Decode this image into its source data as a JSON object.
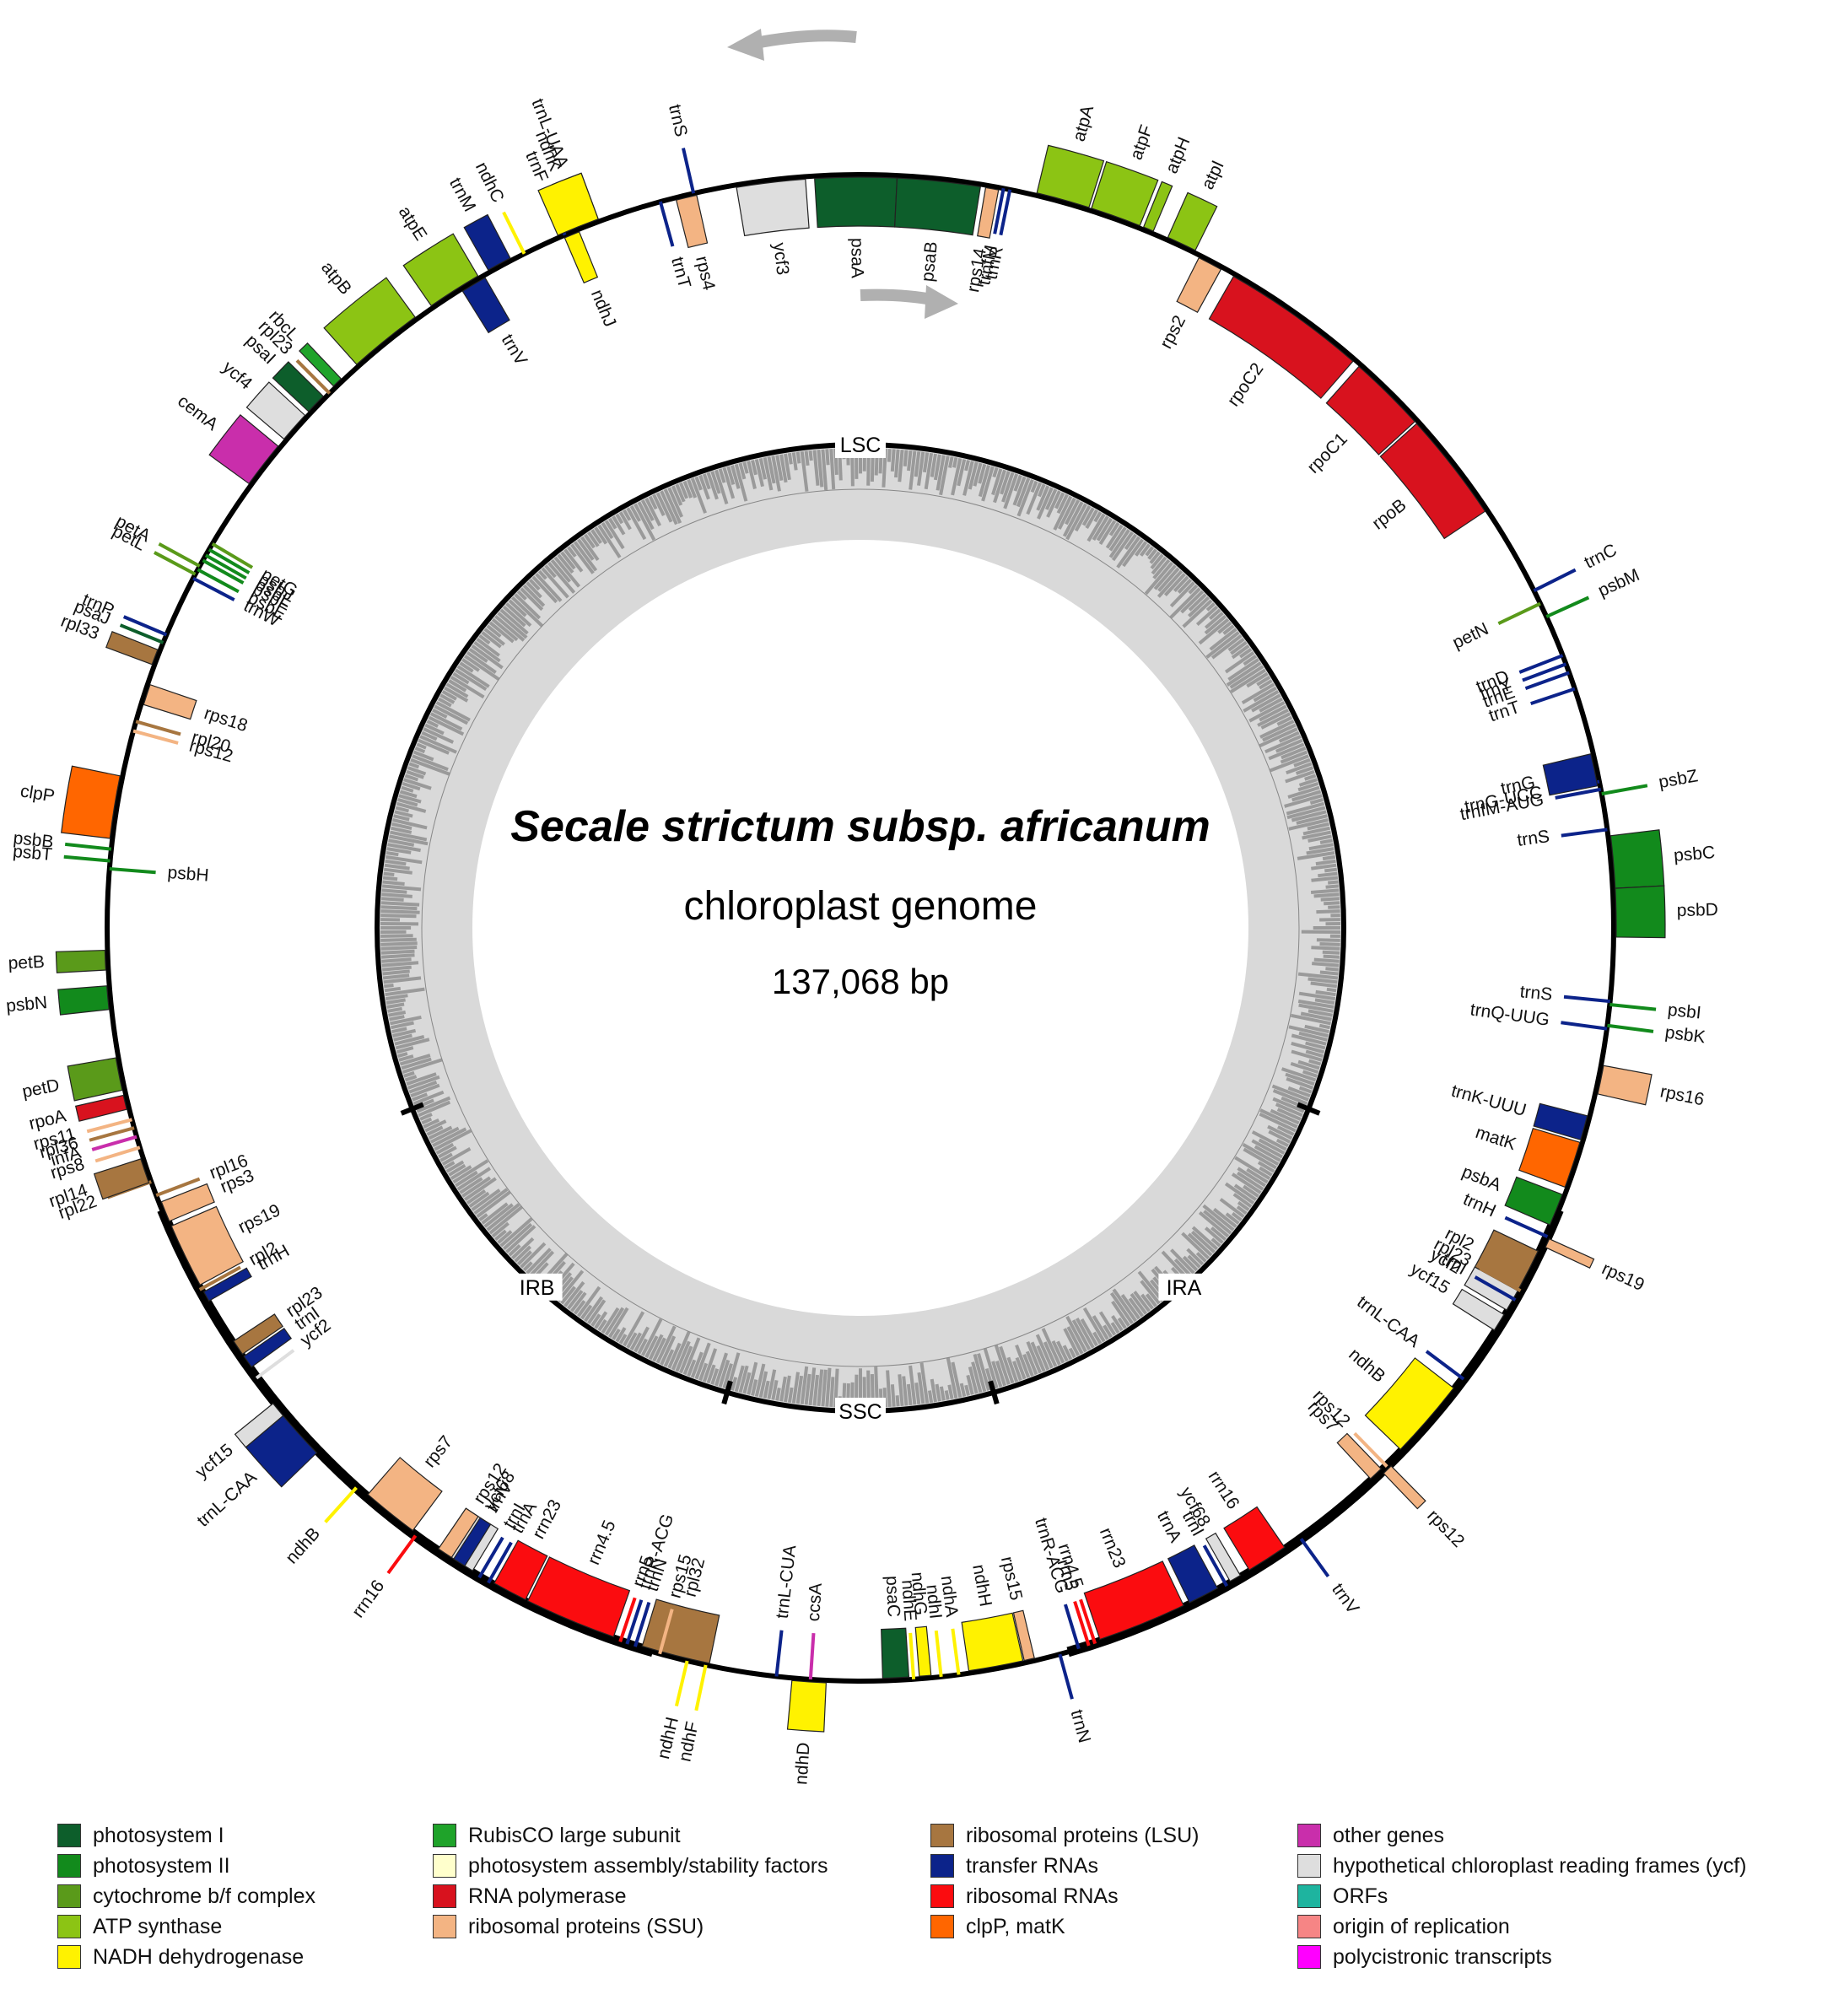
{
  "title": {
    "organism": "Secale strictum subsp. africanum",
    "subtitle": "chloroplast genome",
    "size": "137,068 bp"
  },
  "regions": [
    "LSC",
    "IRB",
    "SSC",
    "IRA"
  ],
  "colors": {
    "photosystem_I": "#0d5e2b",
    "photosystem_II": "#128a1c",
    "cytochrome": "#5a9a1a",
    "atp_synthase": "#8cc414",
    "ndh": "#fff200",
    "rubisco": "#1fa32a",
    "assembly": "#ffffcc",
    "rna_polymerase": "#d8121e",
    "ssu": "#f3b483",
    "lsu": "#a77640",
    "trna": "#0c238a",
    "rrna": "#fb0c0f",
    "clpp_matk": "#ff6600",
    "other": "#c92eab",
    "ycf": "#dedede",
    "orfs": "#1eb49f",
    "ori": "#f68585",
    "poly": "#ff00ff",
    "gc_dark": "#9a9a9a",
    "gc_light": "#d9d9d9",
    "arrow": "#b0b0b0"
  },
  "genes": [
    {
      "name": "trnL-UAA",
      "type": "trna"
    },
    {
      "name": "trnF",
      "type": "trna"
    },
    {
      "name": "trnS",
      "type": "trna"
    },
    {
      "name": "trnT",
      "type": "trna"
    },
    {
      "name": "rps4",
      "type": "ssu"
    },
    {
      "name": "ycf3",
      "type": "ycf"
    },
    {
      "name": "psaA",
      "type": "photosystem_I"
    },
    {
      "name": "psaB",
      "type": "photosystem_I"
    },
    {
      "name": "rps14",
      "type": "ssu"
    },
    {
      "name": "trnfM",
      "type": "trna"
    },
    {
      "name": "trnR",
      "type": "trna"
    },
    {
      "name": "atpA",
      "type": "atp_synthase"
    },
    {
      "name": "atpF",
      "type": "atp_synthase"
    },
    {
      "name": "atpH",
      "type": "atp_synthase"
    },
    {
      "name": "atpI",
      "type": "atp_synthase"
    },
    {
      "name": "rps2",
      "type": "ssu"
    },
    {
      "name": "rpoC2",
      "type": "rna_polymerase"
    },
    {
      "name": "rpoC1",
      "type": "rna_polymerase"
    },
    {
      "name": "rpoB",
      "type": "rna_polymerase"
    },
    {
      "name": "trnC",
      "type": "trna"
    },
    {
      "name": "petN",
      "type": "cytochrome"
    },
    {
      "name": "psbM",
      "type": "photosystem_II"
    },
    {
      "name": "trnD",
      "type": "trna"
    },
    {
      "name": "trnY",
      "type": "trna"
    },
    {
      "name": "trnE",
      "type": "trna"
    },
    {
      "name": "trnT",
      "type": "trna"
    },
    {
      "name": "trnG-UCC",
      "type": "trna"
    },
    {
      "name": "psbZ",
      "type": "photosystem_II"
    },
    {
      "name": "trnG",
      "type": "trna"
    },
    {
      "name": "trnfM-AUG",
      "type": "trna"
    },
    {
      "name": "trnS",
      "type": "trna"
    },
    {
      "name": "psbC",
      "type": "photosystem_II"
    },
    {
      "name": "psbD",
      "type": "photosystem_II"
    },
    {
      "name": "trnS",
      "type": "trna"
    },
    {
      "name": "psbI",
      "type": "photosystem_II"
    },
    {
      "name": "trnQ-UUG",
      "type": "trna"
    },
    {
      "name": "psbK",
      "type": "photosystem_II"
    },
    {
      "name": "rps16",
      "type": "ssu"
    },
    {
      "name": "trnK-UUU",
      "type": "trna"
    },
    {
      "name": "matK",
      "type": "clpp_matk"
    },
    {
      "name": "psbA",
      "type": "photosystem_II"
    },
    {
      "name": "trnH",
      "type": "trna"
    },
    {
      "name": "rps19",
      "type": "ssu"
    },
    {
      "name": "rpl2",
      "type": "lsu"
    },
    {
      "name": "ycf2",
      "type": "ycf"
    },
    {
      "name": "ycf15",
      "type": "ycf"
    },
    {
      "name": "rpl23",
      "type": "lsu"
    },
    {
      "name": "trnI",
      "type": "trna"
    },
    {
      "name": "trnL-CAA",
      "type": "trna"
    },
    {
      "name": "ndhB",
      "type": "ndh"
    },
    {
      "name": "rps12",
      "type": "ssu"
    },
    {
      "name": "rps7",
      "type": "ssu"
    },
    {
      "name": "rps12",
      "type": "ssu"
    },
    {
      "name": "trnV",
      "type": "trna"
    },
    {
      "name": "rrn16",
      "type": "rrna"
    },
    {
      "name": "ycf68",
      "type": "ycf"
    },
    {
      "name": "trnI",
      "type": "trna"
    },
    {
      "name": "trnA",
      "type": "trna"
    },
    {
      "name": "rrn23",
      "type": "rrna"
    },
    {
      "name": "rrn4.5",
      "type": "rrna"
    },
    {
      "name": "rrn5",
      "type": "rrna"
    },
    {
      "name": "trnR-ACG",
      "type": "trna"
    },
    {
      "name": "trnN",
      "type": "trna"
    },
    {
      "name": "rps15",
      "type": "ssu"
    },
    {
      "name": "ndhH",
      "type": "ndh"
    },
    {
      "name": "ndhA",
      "type": "ndh"
    },
    {
      "name": "ndhI",
      "type": "ndh"
    },
    {
      "name": "ndhG",
      "type": "ndh"
    },
    {
      "name": "ndhE",
      "type": "ndh"
    },
    {
      "name": "psaC",
      "type": "photosystem_I"
    },
    {
      "name": "ndhD",
      "type": "ndh"
    },
    {
      "name": "ccsA",
      "type": "other"
    },
    {
      "name": "trnL-CUA",
      "type": "trna"
    },
    {
      "name": "rpl32",
      "type": "lsu"
    },
    {
      "name": "ndhF",
      "type": "ndh"
    },
    {
      "name": "ndhH",
      "type": "ndh"
    },
    {
      "name": "rps15",
      "type": "ssu"
    },
    {
      "name": "trnN",
      "type": "trna"
    },
    {
      "name": "trnR-ACG",
      "type": "trna"
    },
    {
      "name": "rrn5",
      "type": "rrna"
    },
    {
      "name": "rrn4.5",
      "type": "rrna"
    },
    {
      "name": "rrn23",
      "type": "rrna"
    },
    {
      "name": "trnA",
      "type": "trna"
    },
    {
      "name": "trnI",
      "type": "trna"
    },
    {
      "name": "ycf68",
      "type": "ycf"
    },
    {
      "name": "rrn16",
      "type": "rrna"
    },
    {
      "name": "trnV",
      "type": "trna"
    },
    {
      "name": "rps12",
      "type": "ssu"
    },
    {
      "name": "rps7",
      "type": "ssu"
    },
    {
      "name": "ndhB",
      "type": "ndh"
    },
    {
      "name": "trnL-CAA",
      "type": "trna"
    },
    {
      "name": "ycf15",
      "type": "ycf"
    },
    {
      "name": "ycf2",
      "type": "ycf"
    },
    {
      "name": "trnI",
      "type": "trna"
    },
    {
      "name": "rpl23",
      "type": "lsu"
    },
    {
      "name": "rpl2",
      "type": "lsu"
    },
    {
      "name": "trnH",
      "type": "trna"
    },
    {
      "name": "rps19",
      "type": "ssu"
    },
    {
      "name": "rpl22",
      "type": "lsu"
    },
    {
      "name": "rps3",
      "type": "ssu"
    },
    {
      "name": "rpl16",
      "type": "lsu"
    },
    {
      "name": "rpl14",
      "type": "lsu"
    },
    {
      "name": "rps8",
      "type": "ssu"
    },
    {
      "name": "infA",
      "type": "other"
    },
    {
      "name": "rpl36",
      "type": "lsu"
    },
    {
      "name": "rps11",
      "type": "ssu"
    },
    {
      "name": "rpoA",
      "type": "rna_polymerase"
    },
    {
      "name": "petD",
      "type": "cytochrome"
    },
    {
      "name": "petB",
      "type": "cytochrome"
    },
    {
      "name": "psbN",
      "type": "photosystem_II"
    },
    {
      "name": "psbH",
      "type": "photosystem_II"
    },
    {
      "name": "psbT",
      "type": "photosystem_II"
    },
    {
      "name": "psbB",
      "type": "photosystem_II"
    },
    {
      "name": "clpP",
      "type": "clpp_matk"
    },
    {
      "name": "rps12",
      "type": "ssu"
    },
    {
      "name": "rpl20",
      "type": "lsu"
    },
    {
      "name": "rps18",
      "type": "ssu"
    },
    {
      "name": "rpl33",
      "type": "lsu"
    },
    {
      "name": "psaJ",
      "type": "photosystem_I"
    },
    {
      "name": "trnP",
      "type": "trna"
    },
    {
      "name": "trnW",
      "type": "trna"
    },
    {
      "name": "psbE",
      "type": "photosystem_II"
    },
    {
      "name": "psbF",
      "type": "photosystem_II"
    },
    {
      "name": "psbL",
      "type": "photosystem_II"
    },
    {
      "name": "psbJ",
      "type": "photosystem_II"
    },
    {
      "name": "petG",
      "type": "cytochrome"
    },
    {
      "name": "petL",
      "type": "cytochrome"
    },
    {
      "name": "petA",
      "type": "cytochrome"
    },
    {
      "name": "cemA",
      "type": "other"
    },
    {
      "name": "ycf4",
      "type": "ycf"
    },
    {
      "name": "psaI",
      "type": "photosystem_I"
    },
    {
      "name": "rpl23",
      "type": "lsu"
    },
    {
      "name": "rbcL",
      "type": "rubisco"
    },
    {
      "name": "atpB",
      "type": "atp_synthase"
    },
    {
      "name": "atpE",
      "type": "atp_synthase"
    },
    {
      "name": "trnV",
      "type": "trna"
    },
    {
      "name": "trnM",
      "type": "trna"
    },
    {
      "name": "ndhC",
      "type": "ndh"
    },
    {
      "name": "ndhK",
      "type": "ndh"
    },
    {
      "name": "ndhJ",
      "type": "ndh"
    }
  ],
  "legend": [
    [
      {
        "label": "photosystem I",
        "color": "#0d5e2b"
      },
      {
        "label": "photosystem II",
        "color": "#128a1c"
      },
      {
        "label": "cytochrome b/f complex",
        "color": "#5a9a1a"
      },
      {
        "label": "ATP synthase",
        "color": "#8cc414"
      },
      {
        "label": "NADH dehydrogenase",
        "color": "#fff200"
      }
    ],
    [
      {
        "label": "RubisCO large subunit",
        "color": "#1fa32a"
      },
      {
        "label": "photosystem assembly/stability factors",
        "color": "#ffffcc"
      },
      {
        "label": "RNA polymerase",
        "color": "#d8121e"
      },
      {
        "label": "ribosomal proteins (SSU)",
        "color": "#f3b483"
      }
    ],
    [
      {
        "label": "ribosomal proteins (LSU)",
        "color": "#a77640"
      },
      {
        "label": "transfer RNAs",
        "color": "#0c238a"
      },
      {
        "label": "ribosomal RNAs",
        "color": "#fb0c0f"
      },
      {
        "label": "clpP, matK",
        "color": "#ff6600"
      }
    ],
    [
      {
        "label": "other genes",
        "color": "#c92eab"
      },
      {
        "label": "hypothetical chloroplast reading frames (ycf)",
        "color": "#dedede"
      },
      {
        "label": "ORFs",
        "color": "#1eb49f"
      },
      {
        "label": "origin of replication",
        "color": "#f68585"
      },
      {
        "label": "polycistronic transcripts",
        "color": "#ff00ff"
      }
    ]
  ]
}
